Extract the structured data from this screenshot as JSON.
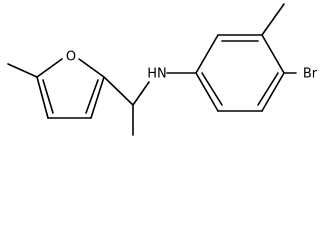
{
  "molecule": {
    "atoms": {
      "oxygen": "O",
      "nitrogen": "HN",
      "bromine": "Br"
    }
  }
}
